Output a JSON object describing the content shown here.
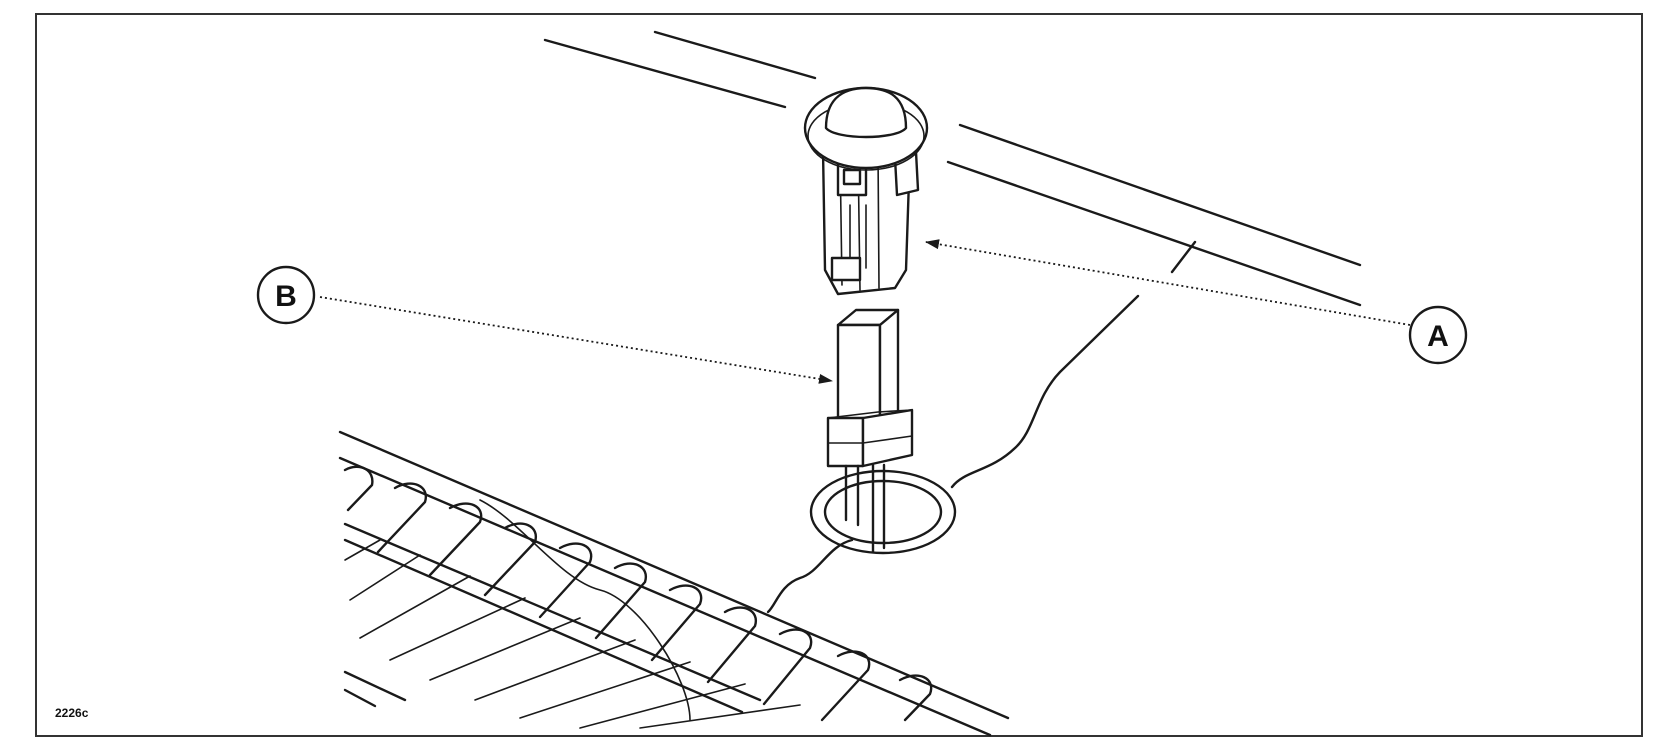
{
  "figure": {
    "callouts": [
      {
        "id": "A",
        "label": "A"
      },
      {
        "id": "B",
        "label": "B"
      }
    ],
    "figure_code": "2226c"
  },
  "colors": {
    "line": "#1a1a1a",
    "background": "#ffffff",
    "frame": "#333333"
  }
}
